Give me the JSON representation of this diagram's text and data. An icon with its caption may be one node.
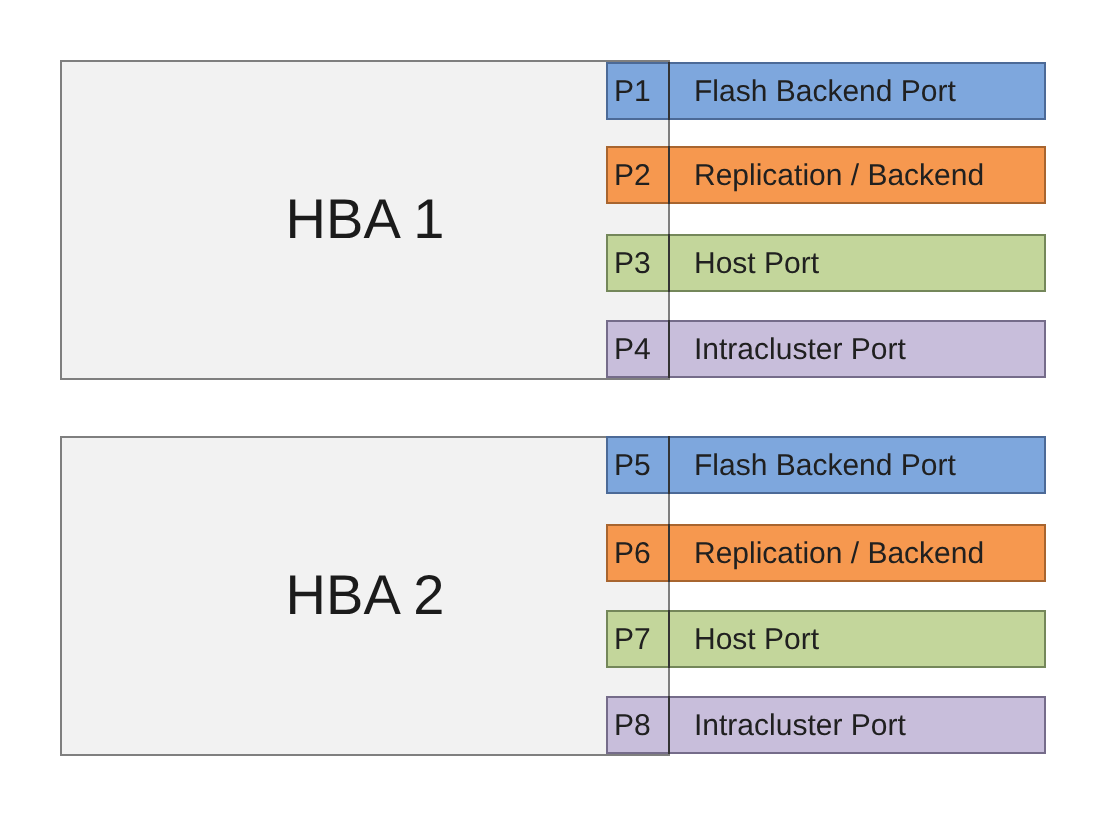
{
  "diagram": {
    "nodes": [
      {
        "text": [
          "HBA 1"
        ]
      },
      {
        "text": [
          "P1",
          "Flash Backend Port"
        ]
      },
      {
        "text": [
          "P2",
          "Replication / Backend"
        ]
      },
      {
        "text": [
          "P3",
          "Host Port"
        ]
      },
      {
        "text": [
          "P4",
          "Intracluster Port"
        ]
      },
      {
        "text": [
          "HBA 2"
        ]
      },
      {
        "text": [
          "P5",
          "Flash Backend Port"
        ]
      },
      {
        "text": [
          "P6",
          "Replication / Backend"
        ]
      },
      {
        "text": [
          "P7",
          "Host Port"
        ]
      },
      {
        "text": [
          "P8",
          "Intracluster Port"
        ]
      }
    ]
  }
}
